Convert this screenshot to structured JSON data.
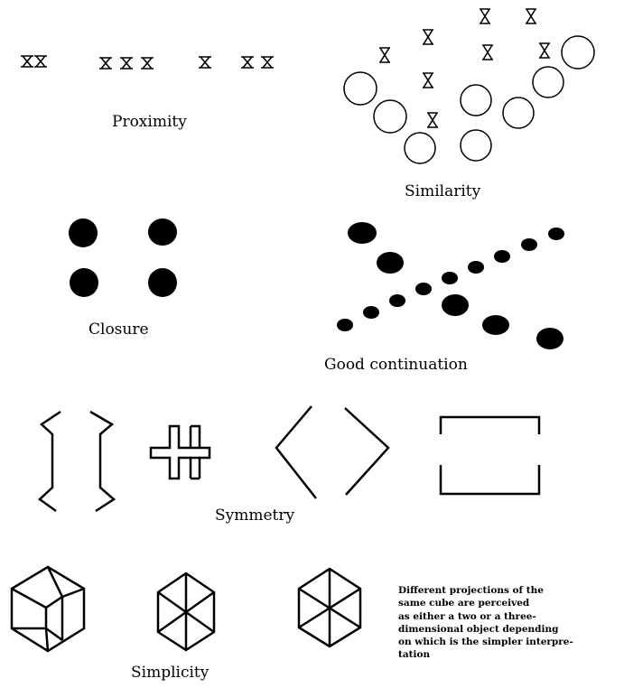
{
  "labels": {
    "proximity": "Proximity",
    "similarity": "Similarity",
    "closure": "Closure",
    "good_continuation": "Good continuation",
    "symmetry": "Symmetry",
    "simplicity": "Simplicity"
  },
  "note_lines": [
    "Different projections of the",
    "same cube are perceived",
    "as either a two or a three-",
    "dimensional object depending",
    "on which is the simpler interpre-",
    "tation"
  ],
  "colors": {
    "ink": "#000000",
    "background": "#ffffff"
  }
}
